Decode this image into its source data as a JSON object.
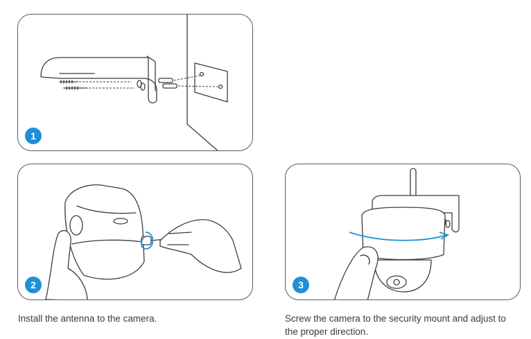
{
  "colors": {
    "accent": "#1f8fd6",
    "line": "#3b3b3b",
    "border": "#5a5a5a"
  },
  "steps": [
    {
      "number": "1",
      "caption": ""
    },
    {
      "number": "2",
      "caption": "Install the antenna to the camera."
    },
    {
      "number": "3",
      "caption": "Screw the camera to the security mount and adjust to the proper direction."
    }
  ]
}
